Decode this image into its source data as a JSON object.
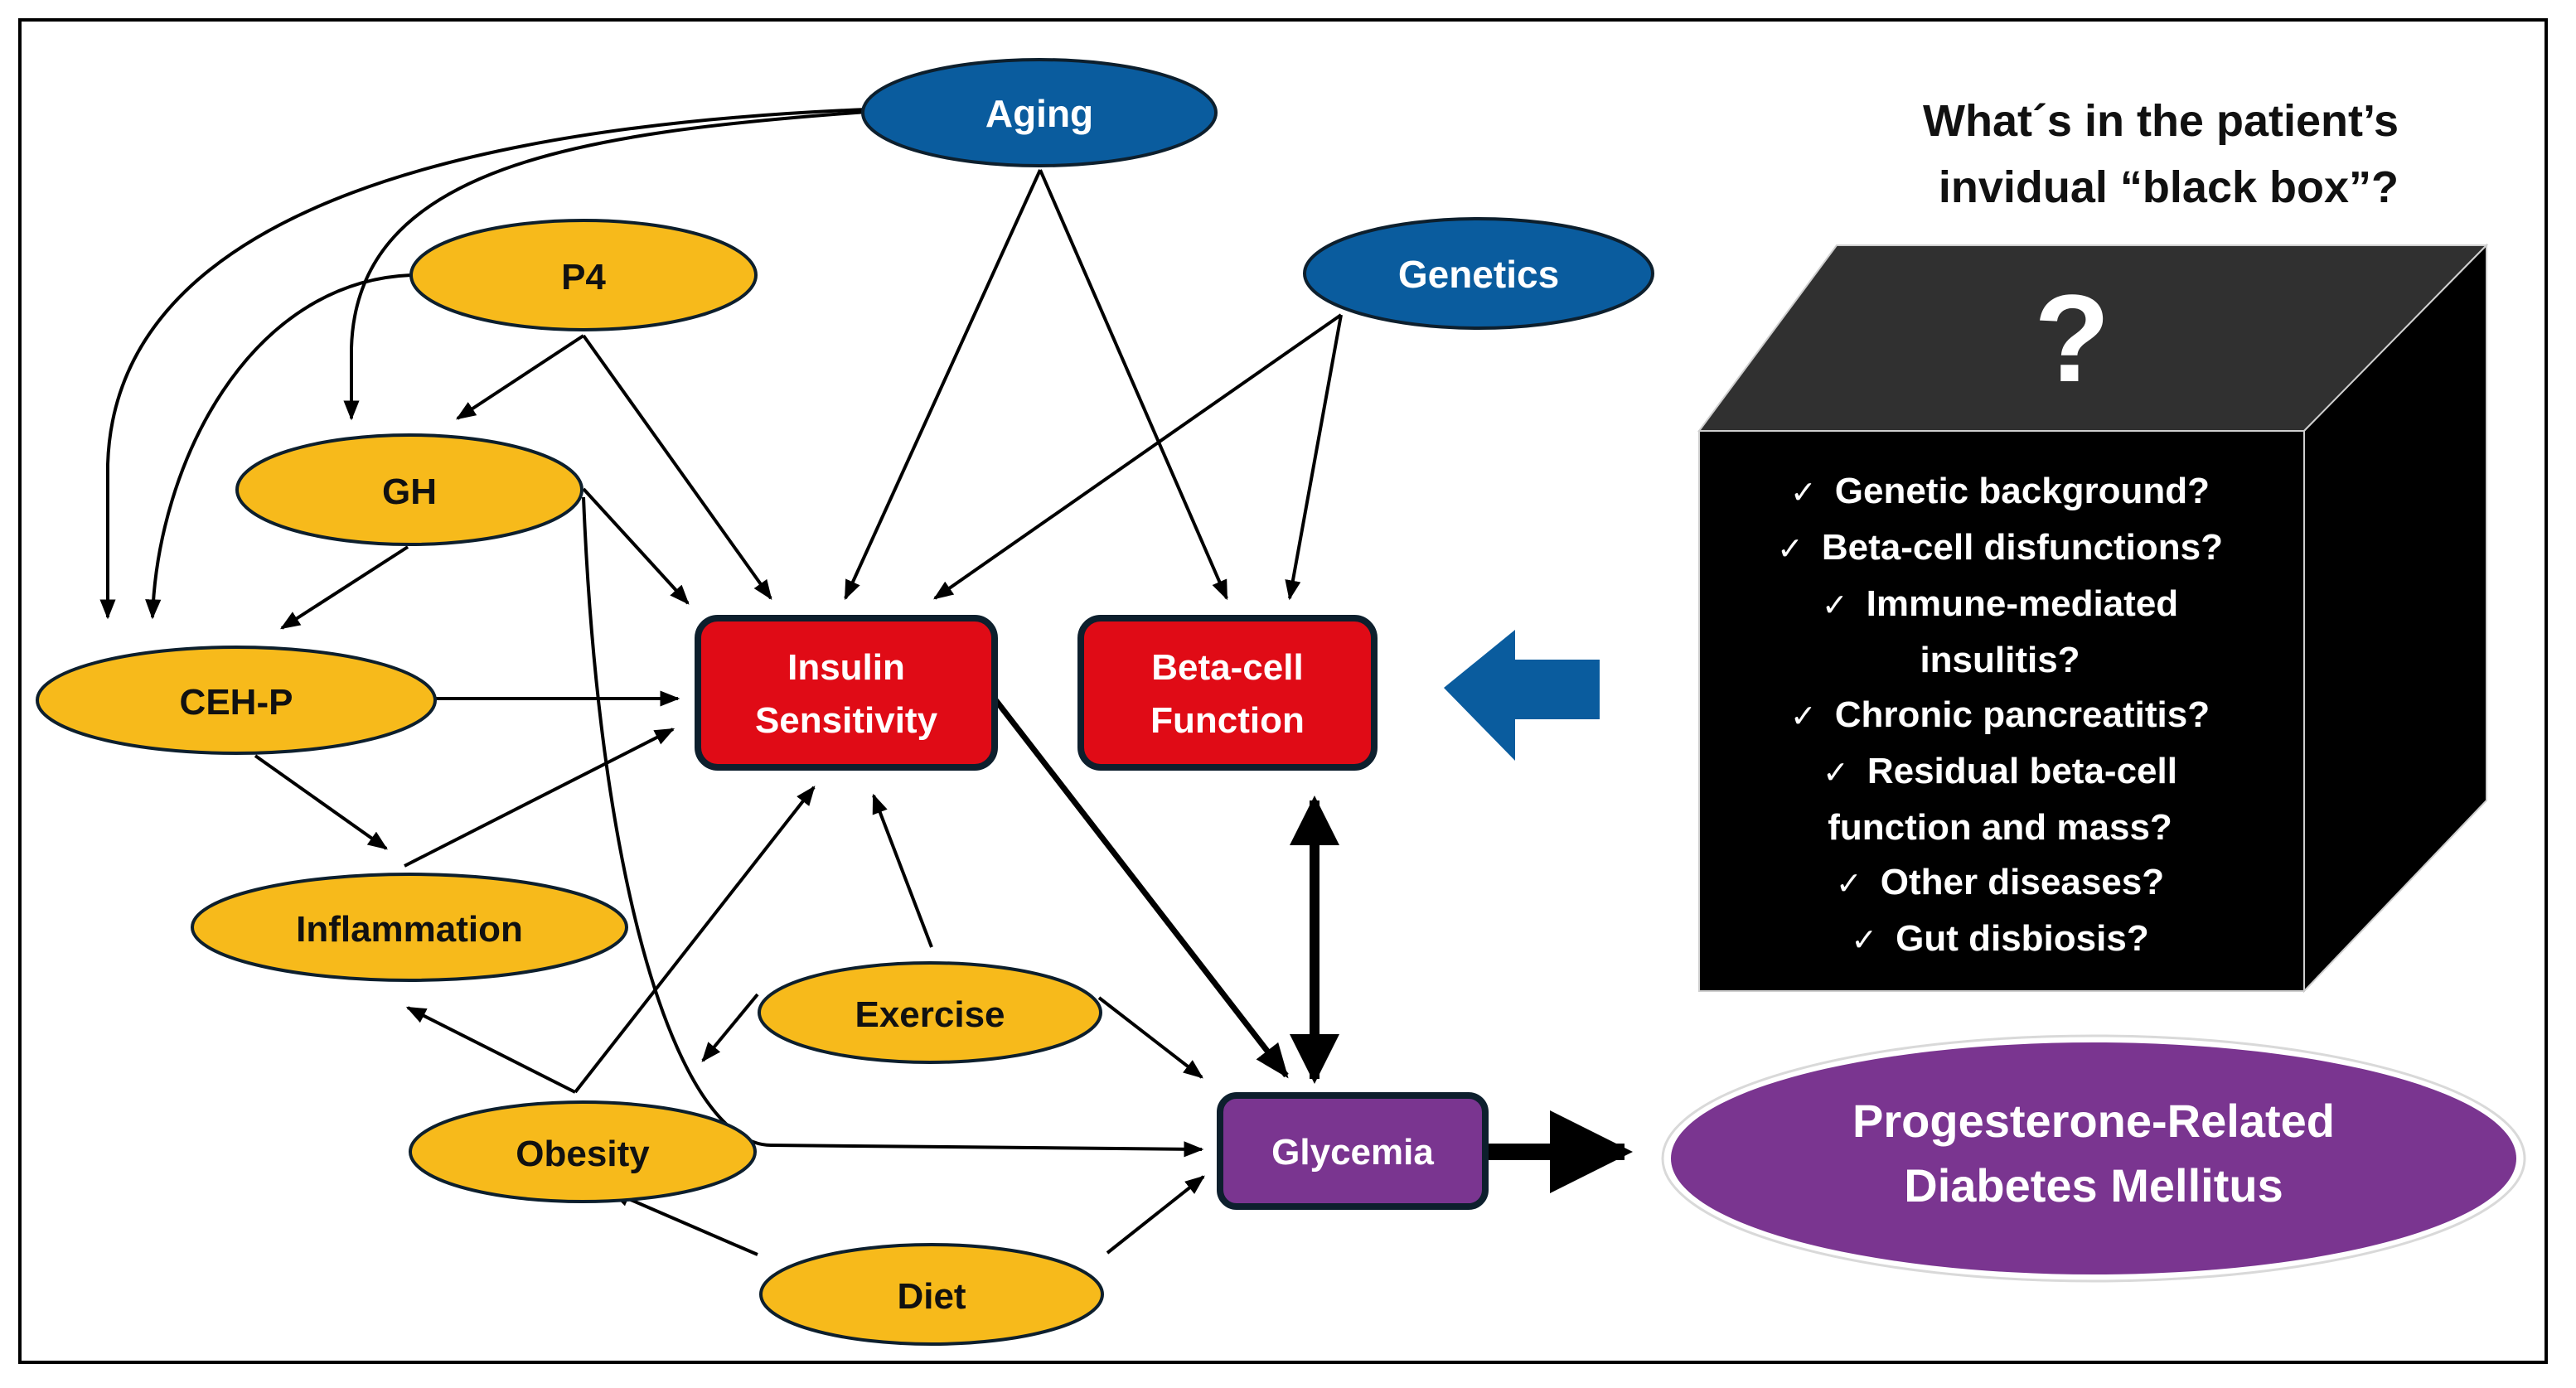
{
  "colors": {
    "factor_fill": "#F7BA1B",
    "driver_fill": "#0A5C9E",
    "core_fill": "#E00B16",
    "outcome_fill": "#7A3590",
    "outline": "#0d1f2d",
    "box_front": "#000000",
    "box_top": "#303030",
    "arrow": "#000000"
  },
  "nodes": {
    "aging": "Aging",
    "genetics": "Genetics",
    "p4": "P4",
    "gh": "GH",
    "cehp": "CEH-P",
    "inflammation": "Inflammation",
    "exercise": "Exercise",
    "obesity": "Obesity",
    "diet": "Diet",
    "insulin_sensitivity": [
      "Insulin",
      "Sensitivity"
    ],
    "beta_cell_function": [
      "Beta-cell",
      "Function"
    ],
    "glycemia": "Glycemia",
    "outcome": [
      "Progesterone-Related",
      "Diabetes Mellitus"
    ]
  },
  "black_box": {
    "title": [
      "What´s in the patient’s",
      "invidual “black box”?"
    ],
    "question_mark": "?",
    "check_glyph": "✓",
    "items": [
      {
        "text": "Genetic background?"
      },
      {
        "text": "Beta-cell disfunctions?"
      },
      {
        "text": "Immune-mediated",
        "cont": "insulitis?"
      },
      {
        "text": "Chronic pancreatitis?"
      },
      {
        "text": "Residual beta-cell",
        "cont": "function and mass?"
      },
      {
        "text": "Other diseases?"
      },
      {
        "text": "Gut disbiosis?"
      }
    ]
  },
  "edges": [
    {
      "from": "Aging",
      "to": "CEH-P"
    },
    {
      "from": "Aging",
      "to": "GH"
    },
    {
      "from": "Aging",
      "to": "Insulin Sensitivity"
    },
    {
      "from": "Aging",
      "to": "Beta-cell Function"
    },
    {
      "from": "Genetics",
      "to": "Insulin Sensitivity"
    },
    {
      "from": "Genetics",
      "to": "Beta-cell Function"
    },
    {
      "from": "P4",
      "to": "CEH-P"
    },
    {
      "from": "P4",
      "to": "GH"
    },
    {
      "from": "P4",
      "to": "Insulin Sensitivity"
    },
    {
      "from": "GH",
      "to": "CEH-P"
    },
    {
      "from": "GH",
      "to": "Insulin Sensitivity"
    },
    {
      "from": "GH",
      "to": "Glycemia"
    },
    {
      "from": "CEH-P",
      "to": "Insulin Sensitivity"
    },
    {
      "from": "CEH-P",
      "to": "Inflammation"
    },
    {
      "from": "Inflammation",
      "to": "Insulin Sensitivity"
    },
    {
      "from": "Obesity",
      "to": "Inflammation"
    },
    {
      "from": "Obesity",
      "to": "Insulin Sensitivity"
    },
    {
      "from": "Exercise",
      "to": "Insulin Sensitivity"
    },
    {
      "from": "Exercise",
      "to": "Obesity"
    },
    {
      "from": "Exercise",
      "to": "Glycemia"
    },
    {
      "from": "Diet",
      "to": "Obesity"
    },
    {
      "from": "Diet",
      "to": "Glycemia"
    },
    {
      "from": "Insulin Sensitivity",
      "to": "Glycemia"
    },
    {
      "from": "Beta-cell Function",
      "to": "Glycemia",
      "bidirectional": true
    },
    {
      "from": "Glycemia",
      "to": "Progesterone-Related Diabetes Mellitus"
    },
    {
      "from": "black box",
      "to": "Beta-cell Function"
    }
  ]
}
